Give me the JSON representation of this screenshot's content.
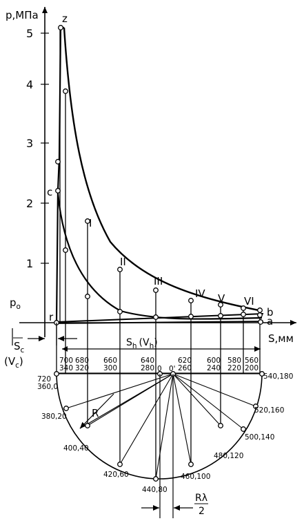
{
  "axes": {
    "y_label": "p,МПа",
    "x_label": "S,мм",
    "y_ticks": [
      "1",
      "2",
      "3",
      "4",
      "5"
    ]
  },
  "labels": {
    "p0": "p",
    "p0_sub": "o",
    "z": "z",
    "c": "c",
    "r": "r",
    "a": "a",
    "b": "b",
    "roman": [
      "I",
      "II",
      "III",
      "IV",
      "V",
      "VI"
    ],
    "sc": "S",
    "sc_sub": "c",
    "vc_open": "(V",
    "vc_sub": "c",
    "vc_close": ")",
    "sh": "S",
    "sh_sub": "h",
    "vh_open": "(V",
    "vh_sub": "h",
    "vh_close": ")",
    "R": "R",
    "o_center": "0",
    "o_prime": "0'",
    "rl_num": "Rλ",
    "rl_den": "2"
  },
  "top_scale": [
    [
      "700",
      "340"
    ],
    [
      "680",
      "320"
    ],
    [
      "660",
      "300"
    ],
    [
      "640",
      "280"
    ],
    [
      "620",
      "260"
    ],
    [
      "600",
      "240"
    ],
    [
      "580",
      "220"
    ],
    [
      "560",
      "200"
    ]
  ],
  "circle_labels": [
    "720",
    "360,0",
    "380,20",
    "400,40",
    "420,60",
    "440,80",
    "460,100",
    "480,120",
    "500,140",
    "520,160",
    "540,180"
  ]
}
